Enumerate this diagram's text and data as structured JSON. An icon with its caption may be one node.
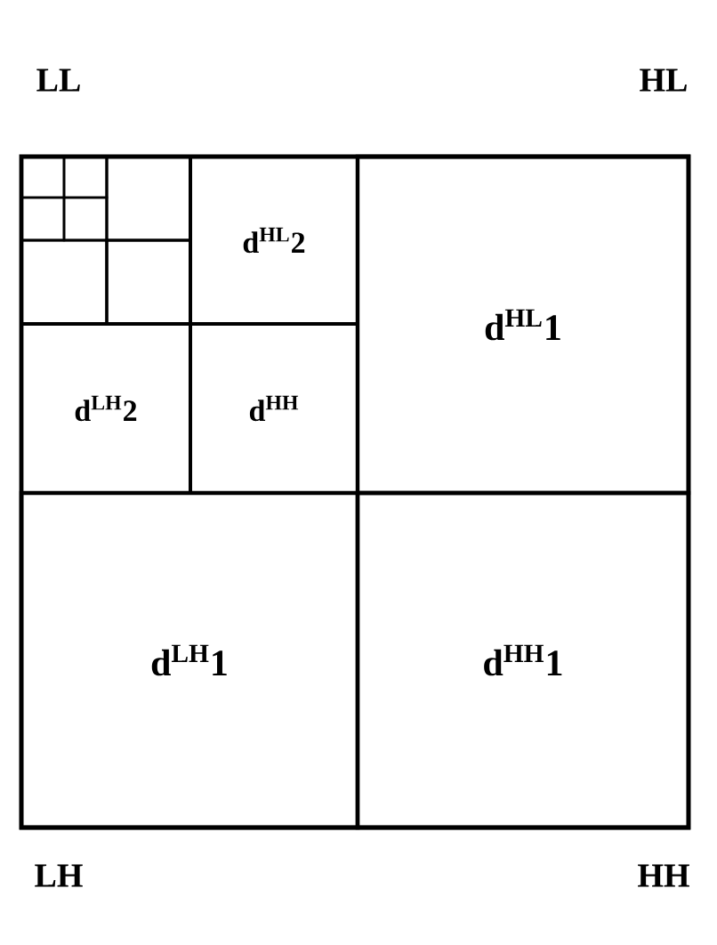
{
  "diagram": {
    "nodes": [
      {
        "text": [],
        "shape": "box"
      },
      {
        "text": [],
        "shape": "box"
      },
      {
        "text": [],
        "shape": "box"
      },
      {
        "text": [],
        "shape": "box"
      },
      {
        "text": [],
        "shape": "box"
      },
      {
        "text": [
          "d$^{HL}$2"
        ]
      },
      {
        "text": [
          "d$^{HL}$1"
        ]
      },
      {
        "text": [],
        "shape": "box"
      },
      {
        "text": [],
        "shape": "box"
      },
      {
        "text": [
          "d$^{LH}$2"
        ]
      },
      {
        "text": [
          "d$^{HH}$"
        ]
      },
      {
        "text": [
          "d$^{LH}$1"
        ]
      },
      {
        "text": [
          "d$^{HH}$1"
        ]
      }
    ],
    "labels": [
      "LL",
      "HL",
      "LH",
      "HH"
    ]
  }
}
